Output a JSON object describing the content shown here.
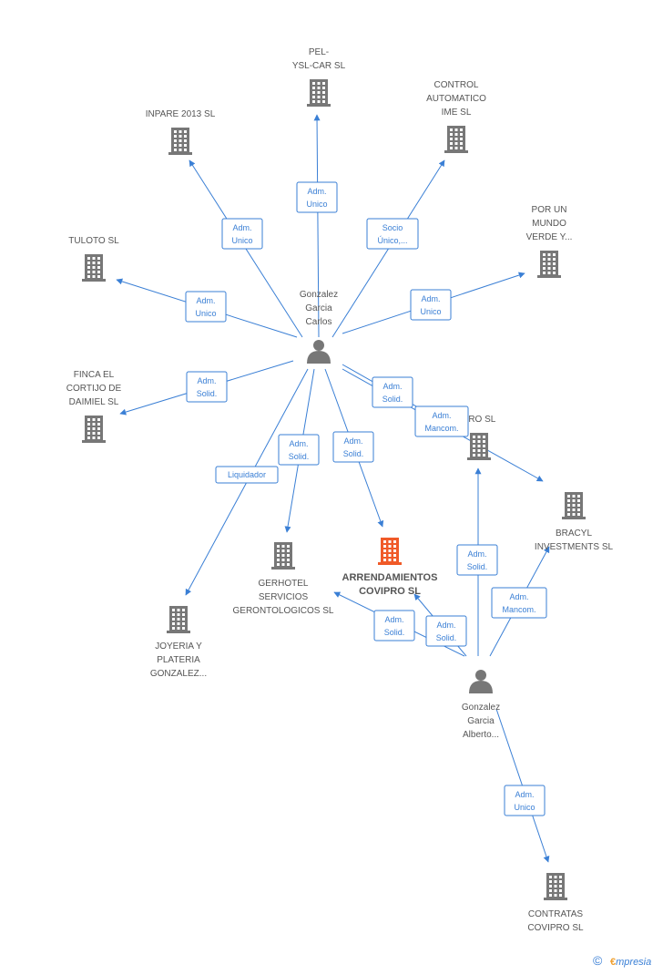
{
  "colors": {
    "edge": "#3a7fd5",
    "node": "#777777",
    "focus": "#f05a28"
  },
  "nodes": [
    {
      "id": "pelysl",
      "type": "company",
      "lines": [
        "PEL-",
        "YSL-CAR SL"
      ]
    },
    {
      "id": "inpare",
      "type": "company",
      "lines": [
        "INPARE 2013 SL"
      ]
    },
    {
      "id": "control",
      "type": "company",
      "lines": [
        "CONTROL",
        "AUTOMATICO",
        "IME SL"
      ]
    },
    {
      "id": "tuloto",
      "type": "company",
      "lines": [
        "TULOTO SL"
      ]
    },
    {
      "id": "porun",
      "type": "company",
      "lines": [
        "POR UN",
        "MUNDO",
        "VERDE Y..."
      ]
    },
    {
      "id": "finca",
      "type": "company",
      "lines": [
        "FINCA EL",
        "CORTIJO DE",
        "DAIMIEL SL"
      ]
    },
    {
      "id": "pro",
      "type": "company",
      "lines": [
        "PRO SL"
      ]
    },
    {
      "id": "bracyl",
      "type": "company",
      "lines": [
        "BRACYL",
        "INVESTMENTS SL"
      ]
    },
    {
      "id": "gerhotel",
      "type": "company",
      "lines": [
        "GERHOTEL",
        "SERVICIOS",
        "GERONTOLOGICOS SL"
      ]
    },
    {
      "id": "arrend",
      "type": "focus",
      "lines": [
        "ARRENDAMIENTOS",
        "COVIPRO SL"
      ]
    },
    {
      "id": "joyeria",
      "type": "company",
      "lines": [
        "JOYERIA Y",
        "PLATERIA",
        "GONZALEZ..."
      ]
    },
    {
      "id": "contratas",
      "type": "company",
      "lines": [
        "CONTRATAS",
        "COVIPRO SL"
      ]
    },
    {
      "id": "carlos",
      "type": "person",
      "lines": [
        "Gonzalez",
        "Garcia",
        "Carlos"
      ]
    },
    {
      "id": "alberto",
      "type": "person",
      "lines": [
        "Gonzalez",
        "Garcia",
        "Alberto..."
      ]
    }
  ],
  "edges": [
    {
      "from": "carlos",
      "to": "pelysl",
      "lines": [
        "Adm.",
        "Unico"
      ]
    },
    {
      "from": "carlos",
      "to": "inpare",
      "lines": [
        "Adm.",
        "Unico"
      ]
    },
    {
      "from": "carlos",
      "to": "control",
      "lines": [
        "Socio",
        "Único,..."
      ]
    },
    {
      "from": "carlos",
      "to": "tuloto",
      "lines": [
        "Adm.",
        "Unico"
      ]
    },
    {
      "from": "carlos",
      "to": "porun",
      "lines": [
        "Adm.",
        "Unico"
      ]
    },
    {
      "from": "carlos",
      "to": "finca",
      "lines": [
        "Adm.",
        "Solid."
      ]
    },
    {
      "from": "carlos",
      "to": "pro",
      "lines": [
        "Adm.",
        "Solid."
      ]
    },
    {
      "from": "carlos",
      "to": "bracyl",
      "lines": [
        "Adm.",
        "Mancom."
      ]
    },
    {
      "from": "carlos",
      "to": "gerhotel",
      "lines": [
        "Adm.",
        "Solid."
      ]
    },
    {
      "from": "carlos",
      "to": "arrend",
      "lines": [
        "Adm.",
        "Solid."
      ]
    },
    {
      "from": "carlos",
      "to": "joyeria",
      "lines": [
        "Liquidador"
      ]
    },
    {
      "from": "alberto",
      "to": "pro",
      "lines": [
        "Adm.",
        "Solid."
      ]
    },
    {
      "from": "alberto",
      "to": "bracyl",
      "lines": [
        "Adm.",
        "Mancom."
      ]
    },
    {
      "from": "alberto",
      "to": "gerhotel",
      "lines": [
        "Adm.",
        "Solid."
      ]
    },
    {
      "from": "alberto",
      "to": "arrend",
      "lines": [
        "Adm.",
        "Solid."
      ]
    },
    {
      "from": "alberto",
      "to": "contratas",
      "lines": [
        "Adm.",
        "Unico"
      ]
    }
  ],
  "footer": {
    "copyright_symbol": "©",
    "brand_initial": "€",
    "brand_rest": "mpresia"
  }
}
